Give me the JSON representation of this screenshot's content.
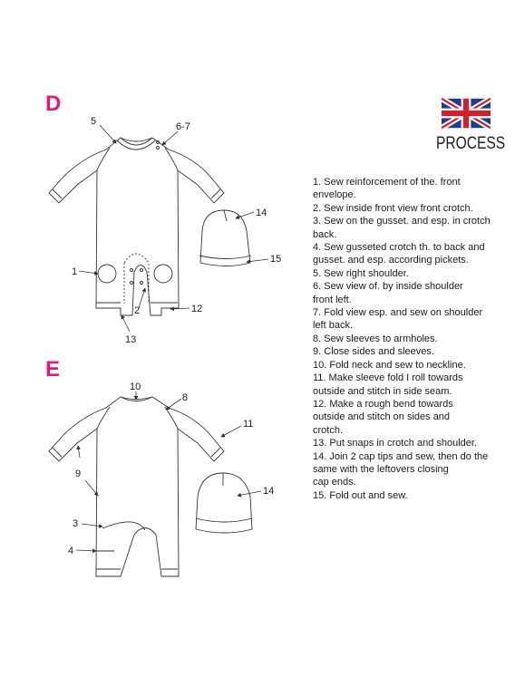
{
  "sections": {
    "d_letter": "D",
    "e_letter": "E"
  },
  "header": {
    "title": "PROCESS",
    "flag_icon": "uk-flag-icon"
  },
  "colors": {
    "section_letter": "#e6197a",
    "flag_blue": "#1f3b8c",
    "flag_red": "#d0202e",
    "line": "#333333"
  },
  "callouts_d": {
    "c5": "5",
    "c6_7": "6-7",
    "c14": "14",
    "c15": "15",
    "c1": "1",
    "c2": "2",
    "c12": "12",
    "c13": "13"
  },
  "callouts_e": {
    "c10": "10",
    "c8": "8",
    "c11": "11",
    "c9": "9",
    "c14": "14",
    "c3": "3",
    "c4": "4"
  },
  "steps": [
    {
      "num": "1.",
      "text": "Sew reinforcement of the. front\n  envelope."
    },
    {
      "num": "2.",
      "text": "Sew inside front view front crotch."
    },
    {
      "num": "3.",
      "text": "Sew on the gusset. and esp. in crotch\n  back."
    },
    {
      "num": "4.",
      "text": "Sew gusseted crotch th. to back and\n  gusset. and esp. according pickets."
    },
    {
      "num": "5.",
      "text": "Sew right shoulder."
    },
    {
      "num": "6.",
      "text": "Sew view of. by inside shoulder\n  front left."
    },
    {
      "num": "7.",
      "text": "Fold view esp. and sew on shoulder\n  left back."
    },
    {
      "num": "8.",
      "text": "Sew sleeves to armholes."
    },
    {
      "num": "9.",
      "text": "Close sides and sleeves."
    },
    {
      "num": "10.",
      "text": "Fold neck and sew to neckline."
    },
    {
      "num": "11.",
      "text": "Make sleeve fold I roll towards\n  outside and stitch in side seam."
    },
    {
      "num": "12.",
      "text": "Make a rough bend towards\n  outside and stitch on sides and\n  crotch."
    },
    {
      "num": "13.",
      "text": "Put snaps in crotch and shoulder."
    },
    {
      "num": "14.",
      "text": "Join 2 cap tips and sew, then do the\n  same with the leftovers closing\n  cap ends."
    },
    {
      "num": "15.",
      "text": "Fold out and sew."
    }
  ]
}
